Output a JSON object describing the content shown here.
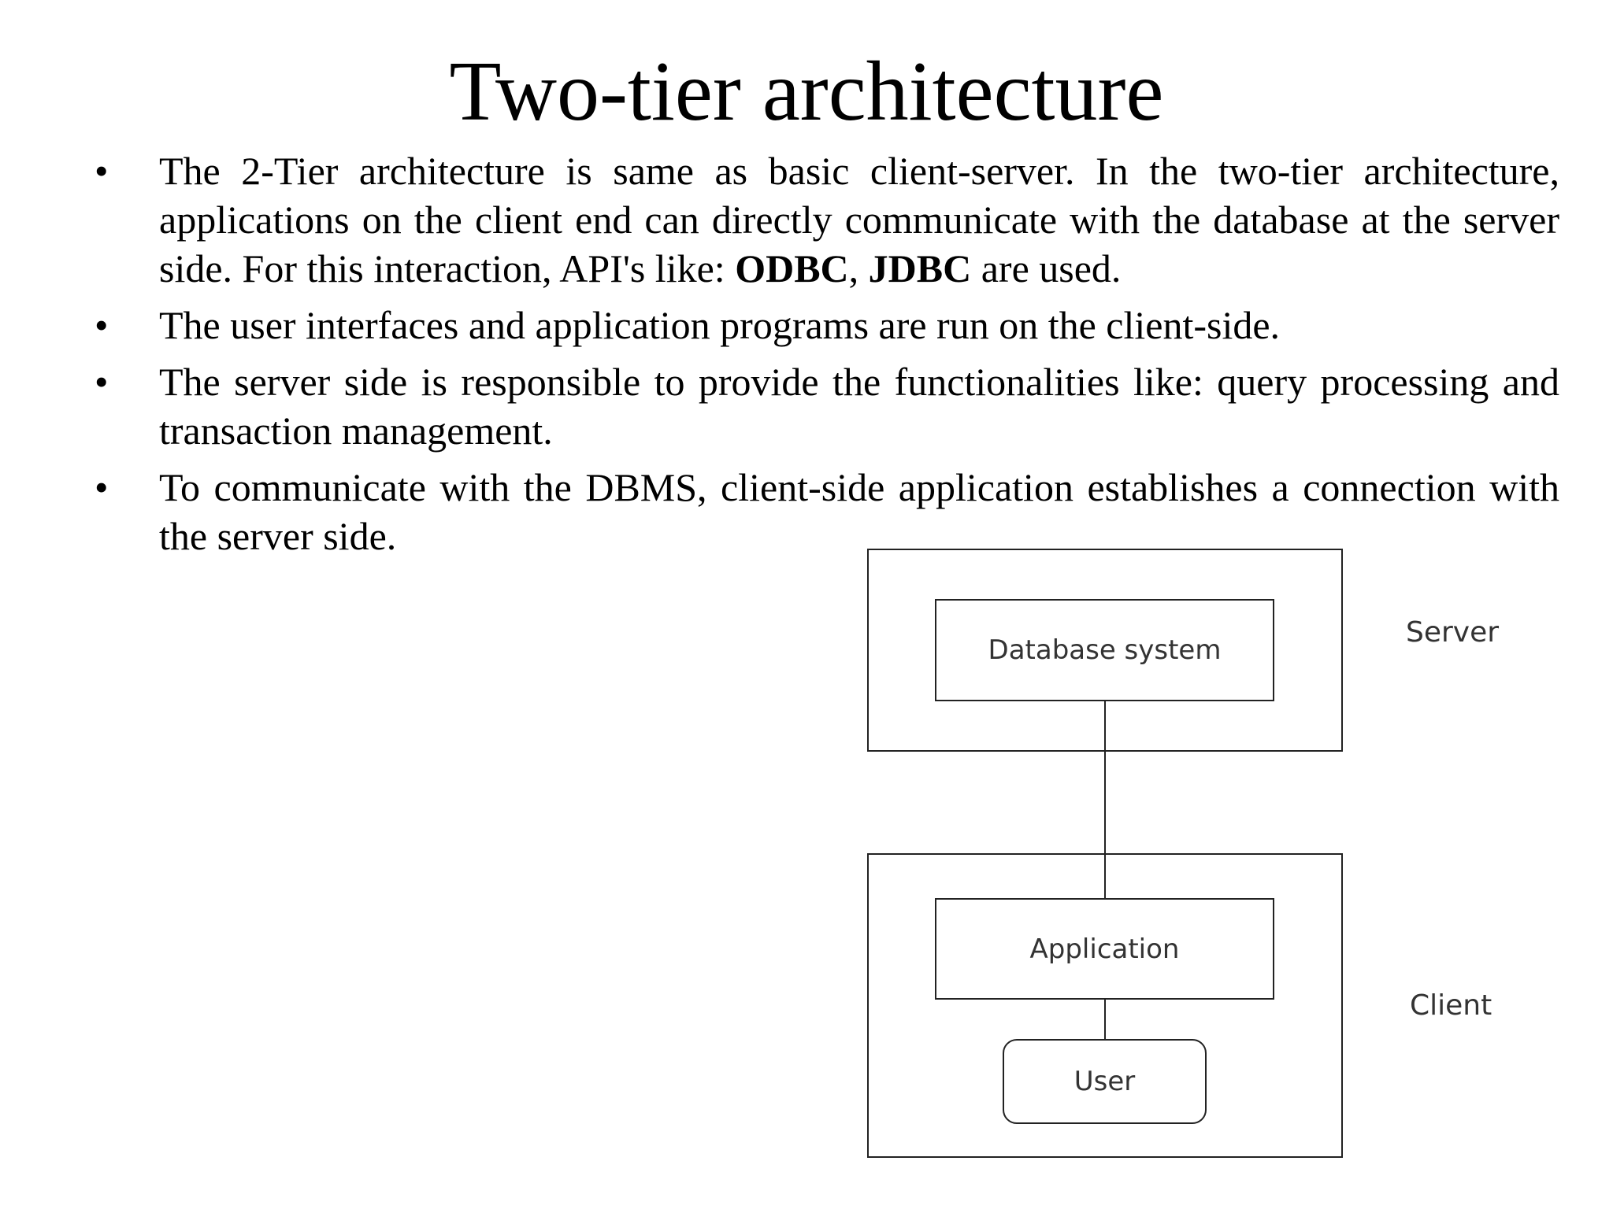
{
  "slide": {
    "title": "Two-tier architecture",
    "bullet_symbol": "•",
    "bullets": [
      {
        "parts": [
          "The 2-Tier architecture is same as basic client-server. In the two-tier architecture, applications on the client end can directly communicate with the database at the server side. For this interaction, API's like: ",
          "ODBC",
          ", ",
          "JDBC",
          " are used."
        ]
      },
      {
        "text": "The user interfaces and application programs are run on the client-side."
      },
      {
        "text": "The server side is responsible to provide the functionalities like: query processing and transaction management."
      },
      {
        "text": "To communicate with the DBMS, client-side application establishes a connection with the server side."
      }
    ]
  },
  "diagram": {
    "server_label": "Server",
    "client_label": "Client",
    "nodes": {
      "database": "Database system",
      "application": "Application",
      "user": "User"
    }
  }
}
